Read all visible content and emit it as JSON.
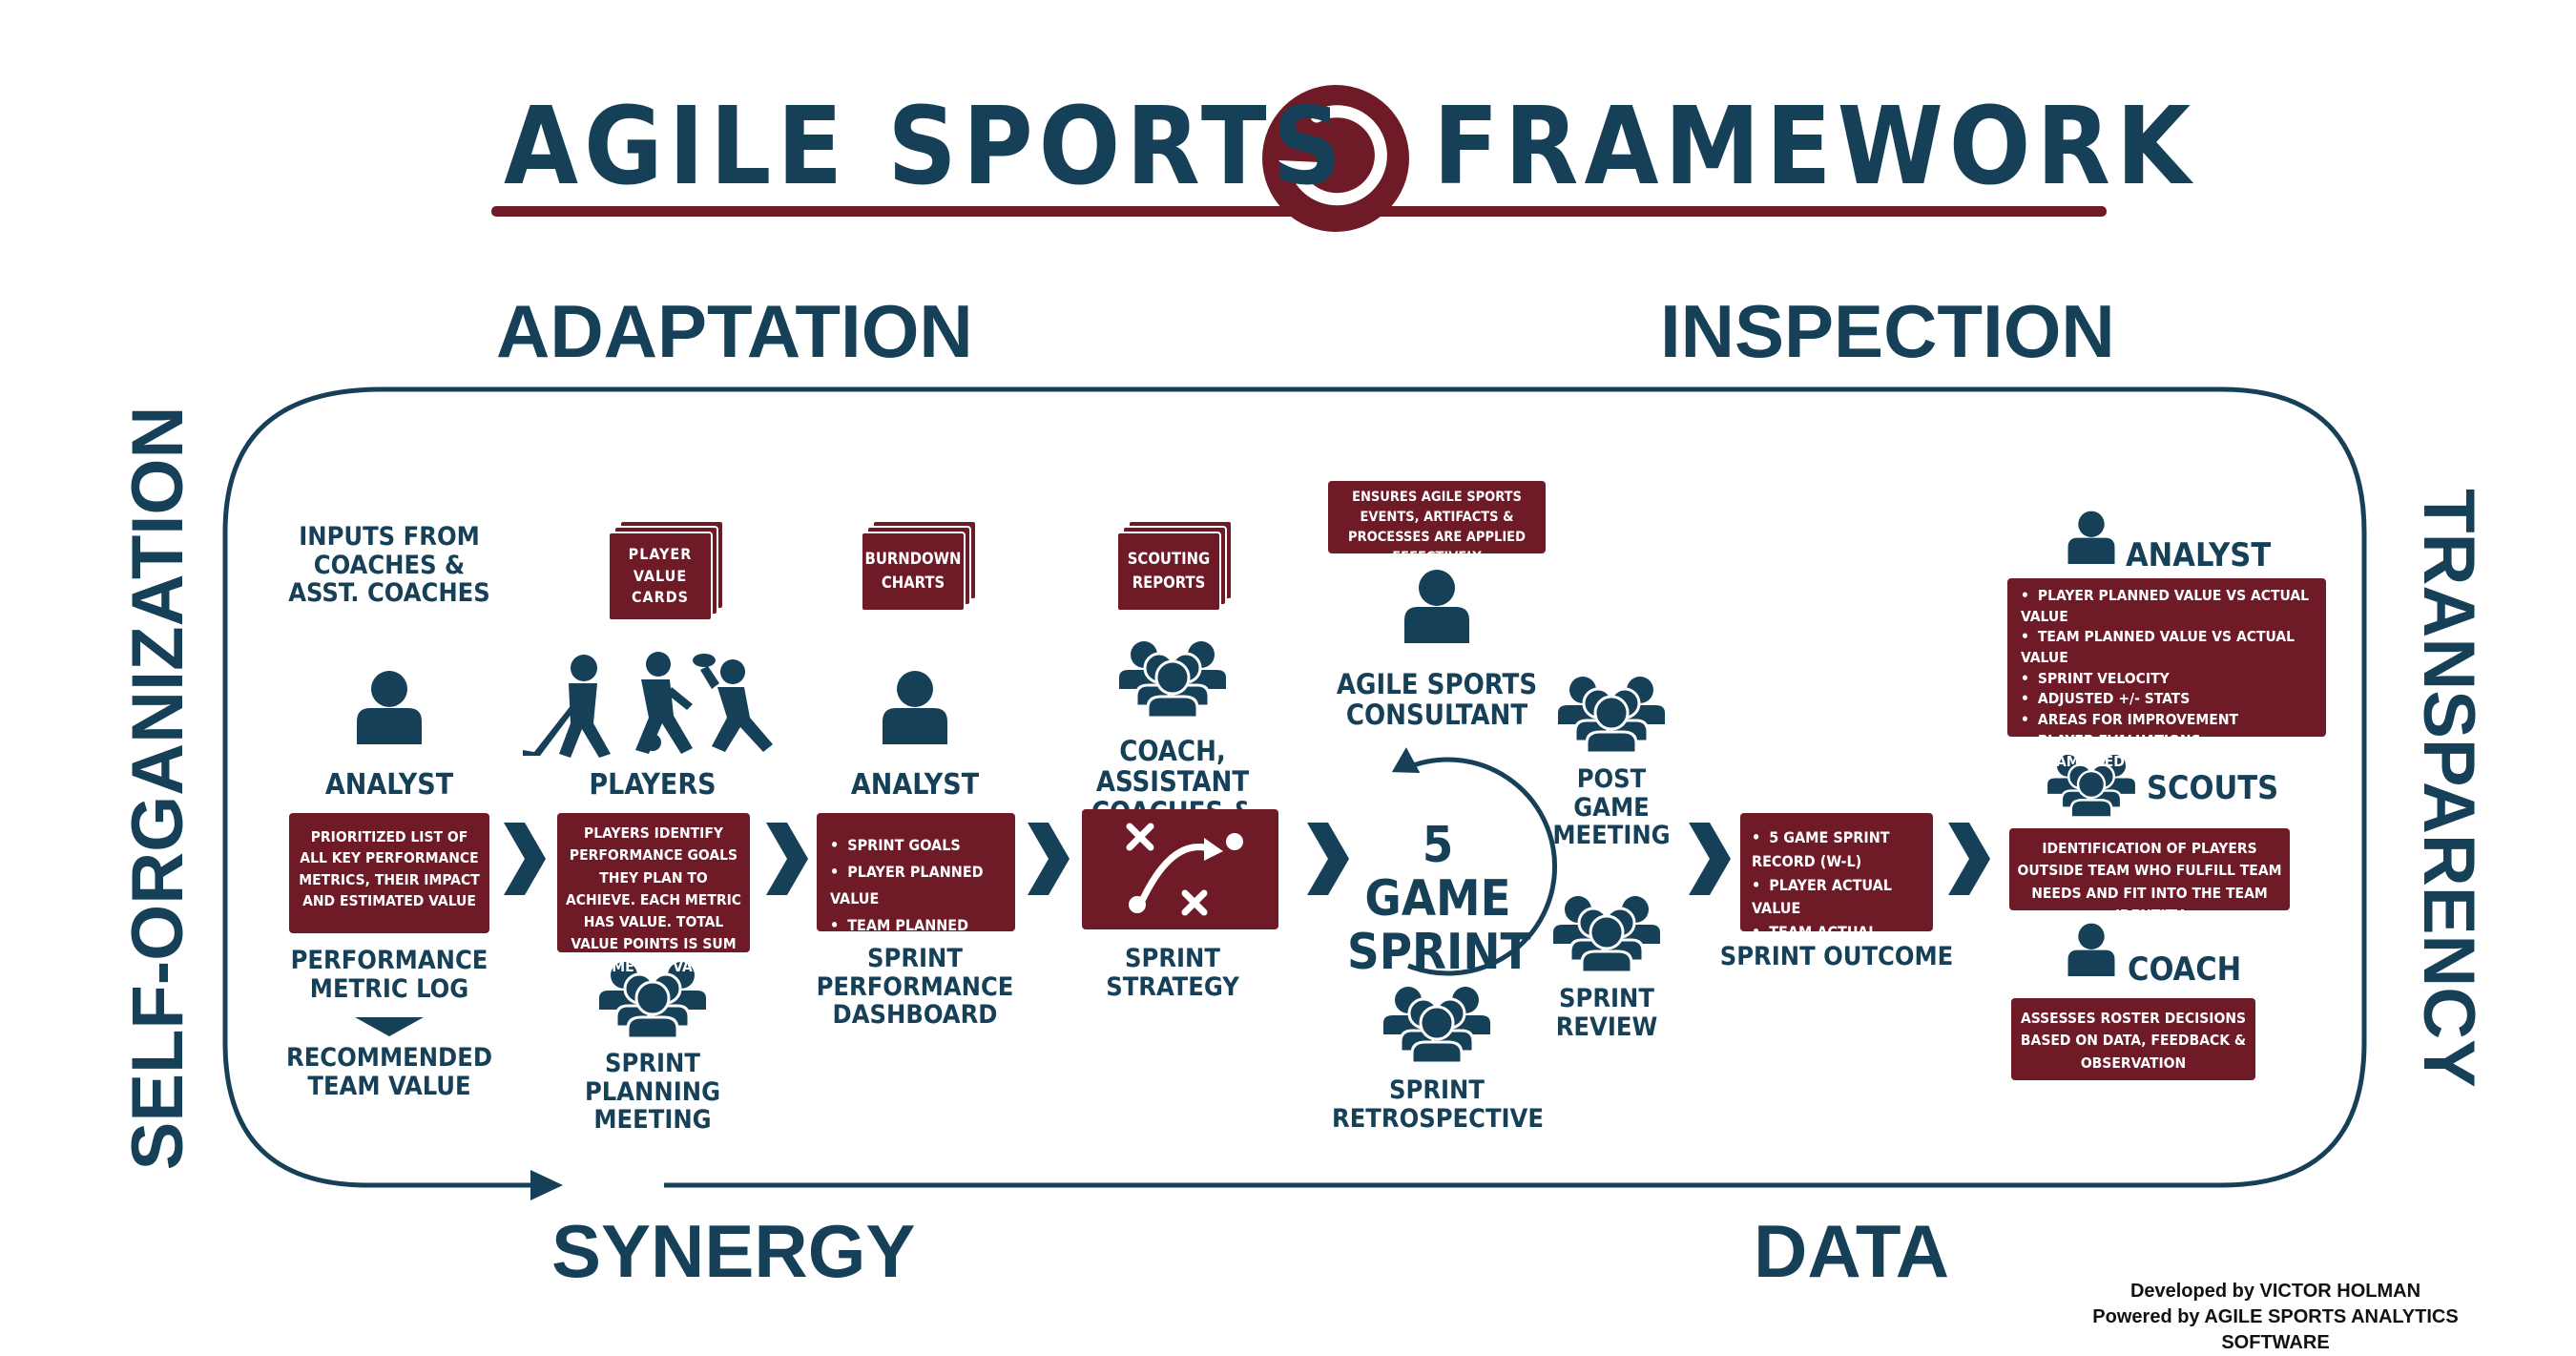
{
  "title": {
    "left": "AGILE SPORTS",
    "right": "FRAMEWORK"
  },
  "corners": {
    "adaptation": "ADAPTATION",
    "inspection": "INSPECTION",
    "synergy": "SYNERGY",
    "data": "DATA"
  },
  "sides": {
    "left": "SELF-ORGANIZATION",
    "right": "TRANSPARENCY"
  },
  "col1": {
    "inputs": "INPUTS FROM COACHES & ASST. COACHES",
    "role": "ANALYST",
    "box": "PRIORITIZED LIST OF ALL KEY PERFORMANCE METRICS, THEIR IMPACT AND ESTIMATED VALUE",
    "label": "PERFORMANCE METRIC LOG",
    "result": "RECOMMENDED TEAM VALUE"
  },
  "col2": {
    "card": "PLAYER VALUE CARDS",
    "role": "PLAYERS",
    "box": "PLAYERS IDENTIFY PERFORMANCE GOALS THEY PLAN TO ACHIEVE. EACH METRIC HAS VALUE. TOTAL VALUE POINTS IS SUM OF METRIC VALUE",
    "label": "SPRINT PLANNING MEETING"
  },
  "col3": {
    "card": "BURNDOWN CHARTS",
    "role": "ANALYST",
    "items": [
      "SPRINT GOALS",
      "PLAYER PLANNED VALUE",
      "TEAM PLANNED VALUE"
    ],
    "label": "SPRINT PERFORMANCE DASHBOARD"
  },
  "col4": {
    "card": "SCOUTING REPORTS",
    "role": "COACH, ASSISTANT COACHES & PLAYERS",
    "label": "SPRINT STRATEGY"
  },
  "sprint": {
    "consultant_note": "ENSURES AGILE SPORTS EVENTS, ARTIFACTS & PROCESSES ARE APPLIED EFFECTIVELY",
    "consultant": "AGILE SPORTS CONSULTANT",
    "center": "5 GAME SPRINT",
    "retro": "SPRINT RETROSPECTIVE",
    "post_game": "POST GAME MEETING",
    "review": "SPRINT REVIEW"
  },
  "outcome": {
    "items": [
      "5 GAME SPRINT RECORD (W-L)",
      "PLAYER ACTUAL VALUE",
      "TEAM ACTUAL VALUE"
    ],
    "label": "SPRINT OUTCOME"
  },
  "right": {
    "analyst": "ANALYST",
    "analyst_items": [
      "PLAYER PLANNED VALUE VS ACTUAL VALUE",
      "TEAM PLANNED VALUE VS ACTUAL VALUE",
      "SPRINT VELOCITY",
      "ADJUSTED +/- STATS",
      "AREAS FOR IMPROVEMENT",
      "PLAYER EVALUATIONS",
      "TEAM NEEDS"
    ],
    "scouts": "SCOUTS",
    "scouts_text": "IDENTIFICATION OF PLAYERS OUTSIDE TEAM WHO FULFILL TEAM NEEDS AND FIT INTO THE TEAM IDENTITY",
    "coach": "COACH",
    "coach_text": "ASSESSES ROSTER DECISIONS BASED ON DATA, FEEDBACK & OBSERVATION"
  },
  "credits": {
    "line1": "Developed by VICTOR HOLMAN",
    "line2": "Powered by AGILE SPORTS ANALYTICS SOFTWARE"
  },
  "colors": {
    "navy": "#163f58",
    "maroon": "#6e1a27"
  }
}
